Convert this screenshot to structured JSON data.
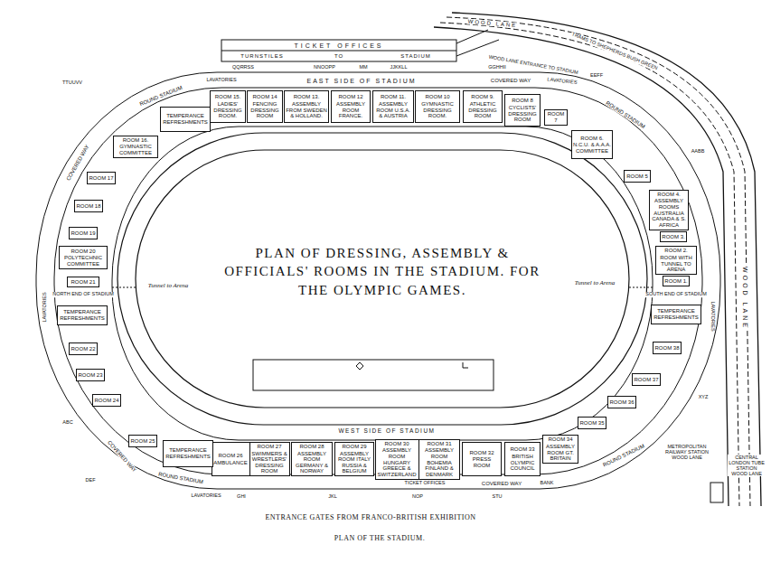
{
  "diagram": {
    "title": "PLAN OF DRESSING, ASSEMBLY & OFFICIALS' ROOMS IN THE STADIUM. FOR THE OLYMPIC GAMES.",
    "caption": "PLAN OF THE STADIUM.",
    "nodes": [
      {
        "text": [
          "TEMPERANCE REFRESHMENTS"
        ]
      },
      {
        "text": [
          "ROOM 15.",
          "LADIES' DRESSING ROOM."
        ]
      },
      {
        "text": [
          "ROOM 14",
          "FENCING DRESSING ROOM"
        ]
      },
      {
        "text": [
          "ROOM 13.",
          "ASSEMBLY FROM SWEDEN & HOLLAND."
        ]
      },
      {
        "text": [
          "ROOM 12",
          "ASSEMBLY ROOM FRANCE."
        ]
      },
      {
        "text": [
          "ROOM 11.",
          "ASSEMBLY ROOM U.S.A. & AUSTRIA"
        ]
      },
      {
        "text": [
          "ROOM 10",
          "GYMNASTIC DRESSING ROOM."
        ]
      },
      {
        "text": [
          "ROOM 9.",
          "ATHLETIC DRESSING ROOM"
        ]
      },
      {
        "text": [
          "ROOM 8",
          "CYCLISTS' DRESSING ROOM"
        ]
      },
      {
        "text": [
          "ROOM 7"
        ]
      },
      {
        "text": [
          "ROOM 6.",
          "N.C.U. & A.A.A. COMMITTEE"
        ]
      },
      {
        "text": [
          "ROOM 5"
        ]
      },
      {
        "text": [
          "ROOM 4.",
          "ASSEMBLY ROOMS AUSTRALIA CANADA & S. AFRICA"
        ]
      },
      {
        "text": [
          "ROOM 3."
        ]
      },
      {
        "text": [
          "ROOM 2.",
          "ROOM WITH TUNNEL TO ARENA"
        ]
      },
      {
        "text": [
          "ROOM 1."
        ]
      },
      {
        "text": [
          "TEMPERANCE REFRESHMENTS"
        ]
      },
      {
        "text": [
          "ROOM 38"
        ]
      },
      {
        "text": [
          "ROOM 37"
        ]
      },
      {
        "text": [
          "ROOM 36"
        ]
      },
      {
        "text": [
          "ROOM 35"
        ]
      },
      {
        "text": [
          "ROOM 34",
          "ASSEMBLY ROOM GT. BRITAIN"
        ]
      },
      {
        "text": [
          "ROOM 33",
          "BRITISH OLYMPIC COUNCIL"
        ]
      },
      {
        "text": [
          "ROOM 32",
          "PRESS ROOM"
        ]
      },
      {
        "text": [
          "ROOM 31",
          "ASSEMBLY ROOM BOHEMIA FINLAND & DENMARK"
        ]
      },
      {
        "text": [
          "ROOM 30",
          "ASSEMBLY ROOM HUNGARY GREECE & SWITZERLAND"
        ]
      },
      {
        "text": [
          "ROOM 29",
          "ASSEMBLY ROOM ITALY RUSSIA & BELGIUM"
        ]
      },
      {
        "text": [
          "ROOM 28",
          "ASSEMBLY ROOM GERMANY & NORWAY"
        ]
      },
      {
        "text": [
          "ROOM 27",
          "SWIMMERS & WRESTLERS' DRESSING ROOM"
        ]
      },
      {
        "text": [
          "ROOM 26",
          "AMBULANCE"
        ]
      },
      {
        "text": [
          "TEMPERANCE REFRESHMENTS"
        ]
      },
      {
        "text": [
          "ROOM 25"
        ]
      },
      {
        "text": [
          "ROOM 24"
        ]
      },
      {
        "text": [
          "ROOM 23"
        ]
      },
      {
        "text": [
          "ROOM 22"
        ]
      },
      {
        "text": [
          "TEMPERANCE REFRESHMENTS"
        ]
      },
      {
        "text": [
          "ROOM 21"
        ]
      },
      {
        "text": [
          "ROOM 20",
          "POLYTECHNIC COMMITTEE"
        ]
      },
      {
        "text": [
          "ROOM 19"
        ]
      },
      {
        "text": [
          "ROOM 18"
        ]
      },
      {
        "text": [
          "ROOM 17"
        ]
      },
      {
        "text": [
          "ROOM 16.",
          "GYMNASTIC COMMITTEE"
        ]
      }
    ],
    "labels": [
      "TICKET OFFICES",
      "TURNSTILES",
      "TO",
      "STADIUM",
      "QQRRSS",
      "NNOOPP",
      "MM",
      "JJKKLL",
      "GGHHII",
      "EAST SIDE OF STADIUM",
      "LAVATORIES",
      "ROUND STADIUM",
      "COVERED WAY",
      "LAVATORIES",
      "ROUND STADIUM",
      "EEFF",
      "TTUUVV",
      "COVERED WAY",
      "AABB",
      "Tunnel to Arena",
      "Tunnel to Arena",
      "NORTH END OF STADIUM",
      "SOUTH END OF STADIUM",
      "LAVATORIES",
      "LAVATORIES",
      "XYZ",
      "ABC",
      "COVERED WAY",
      "ROUND STADIUM",
      "WEST SIDE OF STADIUM",
      "TICKET OFFICES",
      "COVERED WAY",
      "BANK",
      "ROUND STADIUM",
      "DEF",
      "LAVATORIES",
      "GHI",
      "JKL",
      "NOP",
      "STU",
      "WOOD LANE",
      "TRAMS TO SHEPHERDS BUSH GREEN",
      "WOOD LANE ENTRANCE TO STADIUM",
      "WOOD LANE",
      "METROPOLITAN RAILWAY STATION WOOD LANE",
      "CENTRAL LONDON TUBE STATION WOOD LANE",
      "ENTRANCE GATES FROM FRANCO-BRITISH EXHIBITION"
    ]
  }
}
